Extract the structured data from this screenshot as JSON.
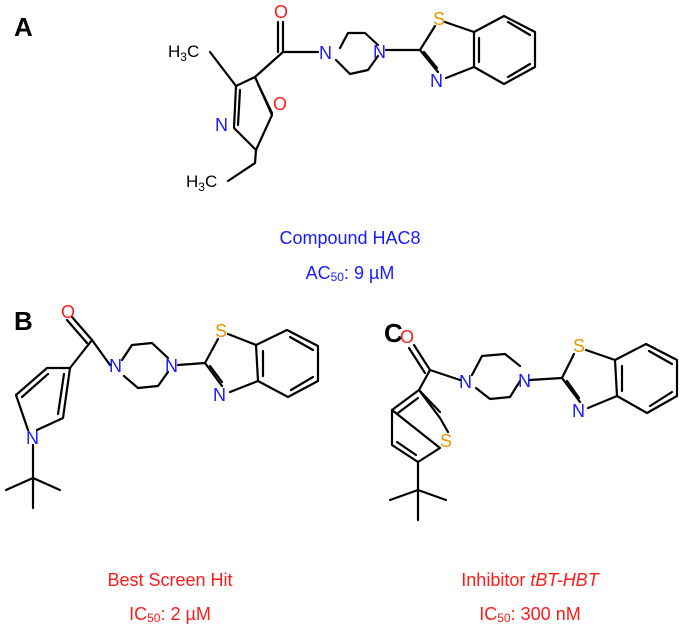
{
  "panels": [
    {
      "letter": "A",
      "caption_name": "Compound HAC8",
      "metric_label": "AC",
      "metric_sub": "50",
      "metric_value": ": 9 µM"
    },
    {
      "letter": "B",
      "caption_name": "Best Screen Hit",
      "metric_label": "IC",
      "metric_sub": "50",
      "metric_value": ": 2 µM"
    },
    {
      "letter": "C",
      "caption_prefix": "Inhibitor ",
      "caption_name_italic": "tBT-HBT",
      "metric_label": "IC",
      "metric_sub": "50",
      "metric_value": ": 300 nM"
    }
  ],
  "atom_labels": {
    "oxygen": "O",
    "nitrogen": "N",
    "sulfur": "S",
    "methyl_h3c": "H3C",
    "ethyl_h3c": "H3C"
  },
  "colors": {
    "nitrogen": "#1a1aff",
    "oxygen": "#ff1a1a",
    "sulfur": "#e69500",
    "caption_a": "#1a1aff",
    "caption_bc": "#ff1a1a"
  }
}
